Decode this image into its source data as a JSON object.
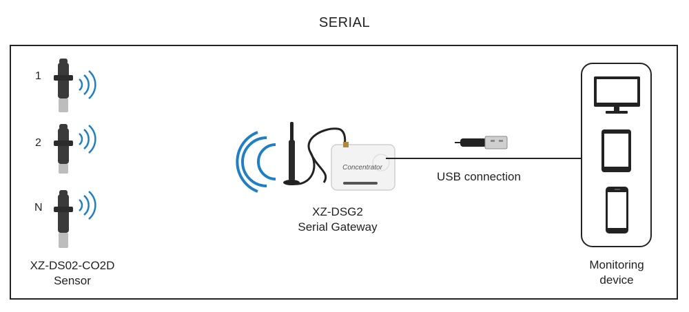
{
  "title": "SERIAL",
  "sensors": {
    "indices": [
      "1",
      "2",
      "N"
    ],
    "label_line1": "XZ-DS02-CO2D",
    "label_line2": "Sensor"
  },
  "gateway": {
    "label_line1": "XZ-DSG2",
    "label_line2": "Serial Gateway",
    "device_text": "Concentrator"
  },
  "connection": {
    "label": "USB connection"
  },
  "monitor": {
    "label_line1": "Monitoring",
    "label_line2": "device"
  },
  "colors": {
    "wave": "#1e7fc4",
    "border": "#222222",
    "sensor_body": "#3a3a3a",
    "sensor_cap": "#bdbdbd"
  }
}
